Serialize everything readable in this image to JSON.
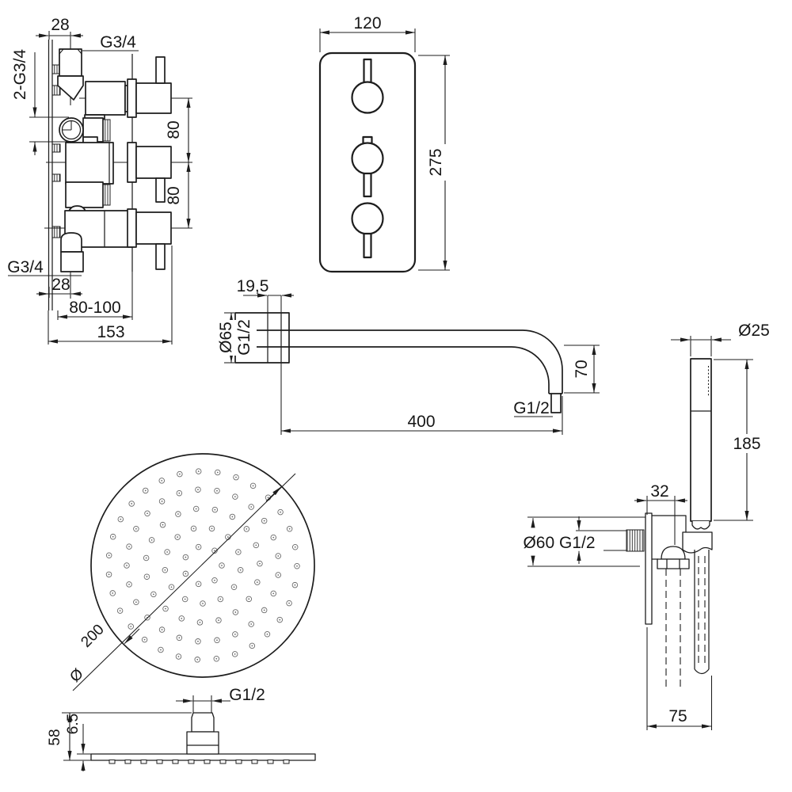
{
  "drawing": {
    "stroke_color": "#1d1d1d",
    "valve": {
      "offset_top": "28",
      "thread_top": "G3/4",
      "threads_side": "2-G3/4",
      "pitch_upper": "80",
      "pitch_lower": "80",
      "thread_bottom": "G3/4",
      "offset_bottom": "28",
      "depth_adjust": "80-100",
      "depth_total": "153"
    },
    "trim_plate": {
      "width": "120",
      "height": "275"
    },
    "arm": {
      "wall_offset": "19,5",
      "escutcheon_diameter": "Ø65",
      "thread_wall": "G1/2",
      "drop": "70",
      "thread_outlet": "G1/2",
      "length": "400"
    },
    "handset": {
      "diameter": "Ø25",
      "length": "185",
      "outlet_offset": "32",
      "outlet_spec": "Ø60 G1/2",
      "bracket_depth": "75"
    },
    "head": {
      "diameter_symbol": "Ø",
      "diameter": "200",
      "thread": "G1/2",
      "height": "58",
      "edge_thickness": "6.5"
    }
  }
}
